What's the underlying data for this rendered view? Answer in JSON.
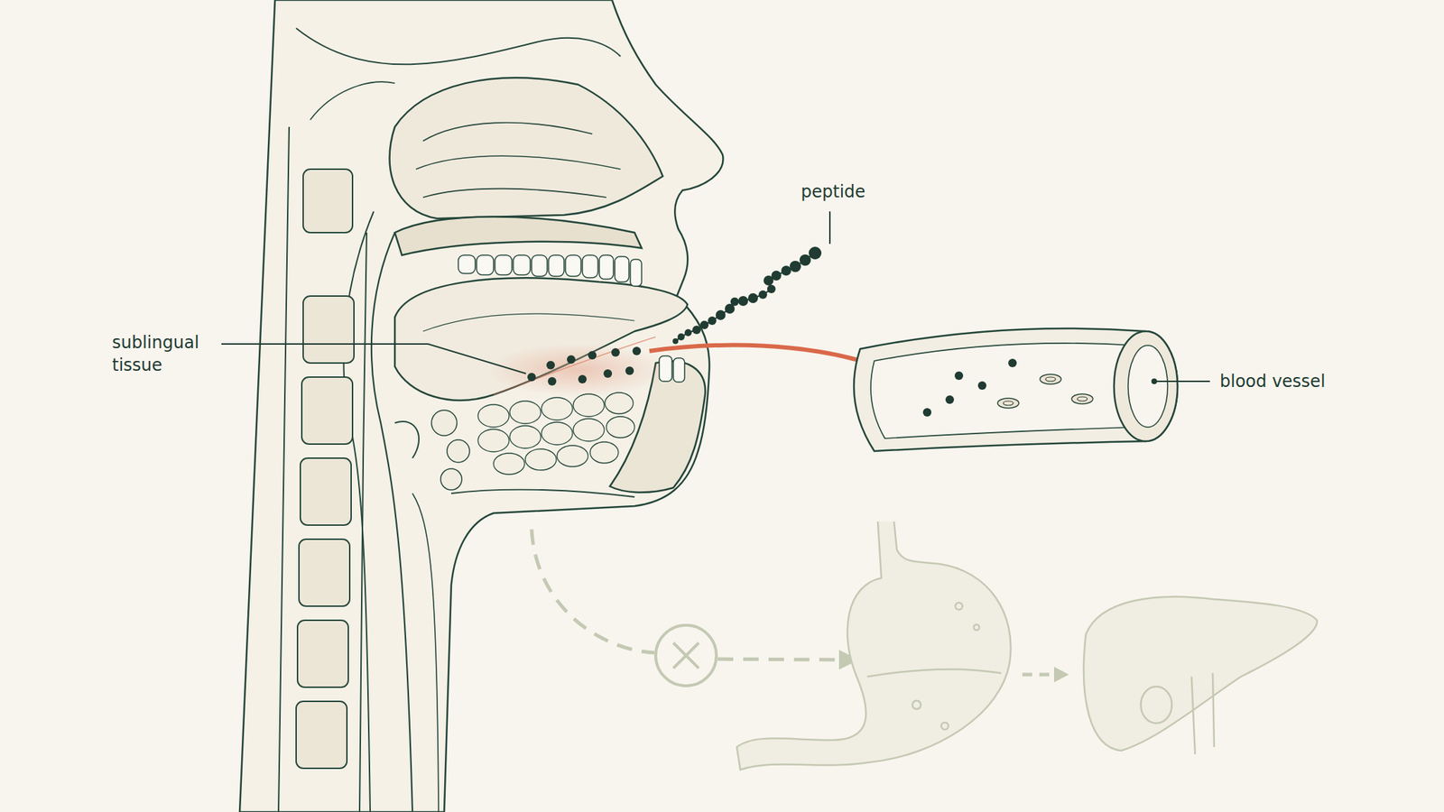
{
  "diagram": {
    "labels": [
      "peptide",
      "sublingual tissue",
      "blood vessel"
    ]
  }
}
